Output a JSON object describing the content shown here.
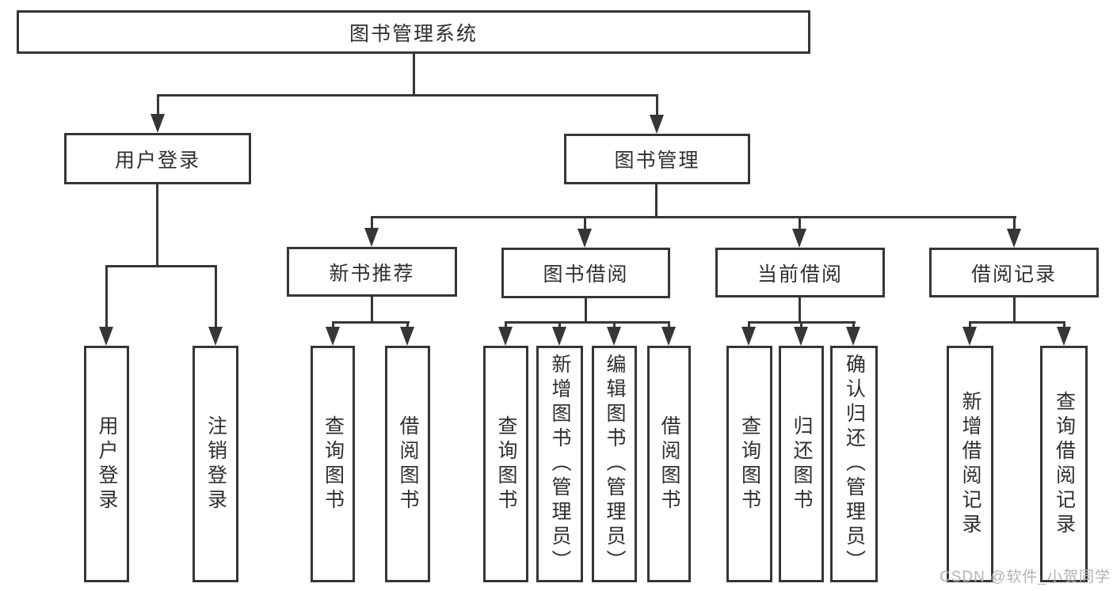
{
  "diagram": {
    "type": "tree",
    "orientation": "top-down"
  },
  "nodes": {
    "root": {
      "label": "图书管理系统"
    },
    "level2": [
      {
        "label": "用户登录"
      },
      {
        "label": "图书管理"
      }
    ],
    "level3": [
      {
        "label": "新书推荐"
      },
      {
        "label": "图书借阅"
      },
      {
        "label": "当前借阅"
      },
      {
        "label": "借阅记录"
      }
    ],
    "level4": [
      {
        "label": "用户登录",
        "parent": "用户登录"
      },
      {
        "label": "注销登录",
        "parent": "用户登录"
      },
      {
        "label": "查询图书",
        "parent": "新书推荐"
      },
      {
        "label": "借阅图书",
        "parent": "新书推荐"
      },
      {
        "label": "查询图书",
        "parent": "图书借阅"
      },
      {
        "label": "新增图书（管理员）",
        "parent": "图书借阅"
      },
      {
        "label": "编辑图书（管理员）",
        "parent": "图书借阅"
      },
      {
        "label": "借阅图书",
        "parent": "图书借阅"
      },
      {
        "label": "查询图书",
        "parent": "当前借阅"
      },
      {
        "label": "归还图书",
        "parent": "当前借阅"
      },
      {
        "label": "确认归还（管理员）",
        "parent": "当前借阅"
      },
      {
        "label": "新增借阅记录",
        "parent": "借阅记录"
      },
      {
        "label": "查询借阅记录",
        "parent": "借阅记录"
      }
    ]
  },
  "hierarchy": {
    "图书管理系统": [
      "用户登录",
      "图书管理"
    ],
    "用户登录": [
      "用户登录",
      "注销登录"
    ],
    "图书管理": [
      "新书推荐",
      "图书借阅",
      "当前借阅",
      "借阅记录"
    ],
    "新书推荐": [
      "查询图书",
      "借阅图书"
    ],
    "图书借阅": [
      "查询图书",
      "新增图书（管理员）",
      "编辑图书（管理员）",
      "借阅图书"
    ],
    "当前借阅": [
      "查询图书",
      "归还图书",
      "确认归还（管理员）"
    ],
    "借阅记录": [
      "新增借阅记录",
      "查询借阅记录"
    ]
  },
  "watermark": {
    "text": "CSDN @软件_小贺同学",
    "color": "#b3b3b3"
  },
  "colors": {
    "line": "#363636",
    "text": "#2f2f2f",
    "background": "#ffffff"
  }
}
